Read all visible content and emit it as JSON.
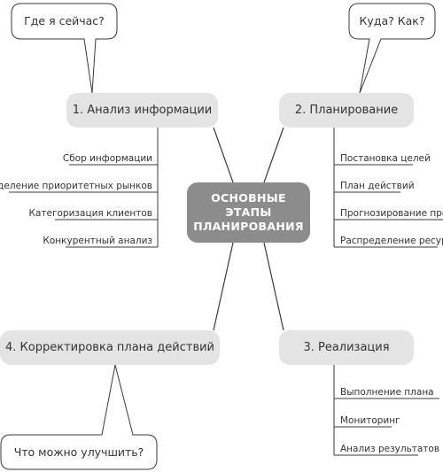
{
  "colors": {
    "center_fill": "#8c8c8c",
    "stage_fill": "#e4e4e4",
    "line": "#3a3a3a"
  },
  "center": {
    "text": "ОСНОВНЫЕ\nЭТАПЫ\nПЛАНИРОВАНИЯ"
  },
  "stages": [
    {
      "label": "1. Анализ информации",
      "items": [
        "Сбор информации",
        "Определение приоритетных рынков",
        "Категоризация клиентов",
        "Конкурентный анализ"
      ]
    },
    {
      "label": "2. Планирование",
      "items": [
        "Постановка целей",
        "План действий",
        "Прогнозирование продаж",
        "Распределение ресурсов"
      ]
    },
    {
      "label": "3. Реализация",
      "items": [
        "Выполнение плана",
        "Мониторинг",
        "Анализ результатов"
      ]
    },
    {
      "label": "4. Корректировка плана действий",
      "items": []
    }
  ],
  "bubbles": [
    {
      "text": "Где я сейчас?"
    },
    {
      "text": "Куда? Как?"
    },
    {
      "text": "Что можно улучшить?"
    }
  ]
}
